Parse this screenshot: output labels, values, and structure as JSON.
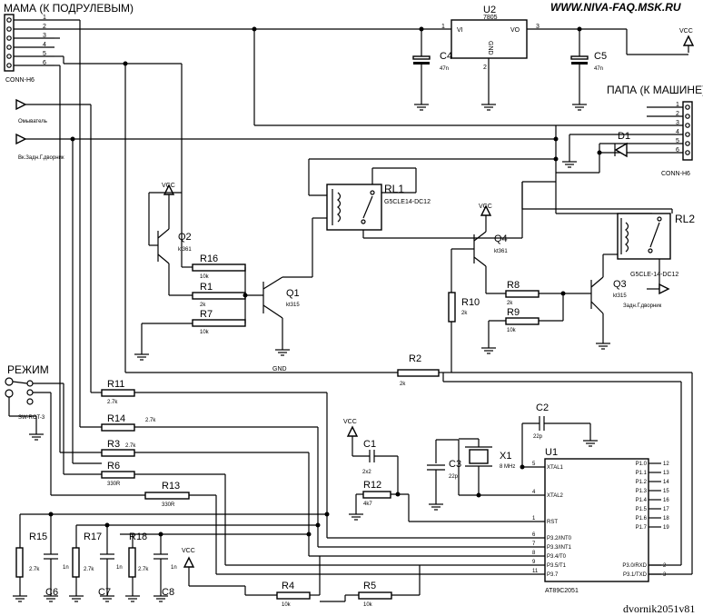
{
  "header": {
    "site": "WWW.NIVA-FAQ.MSK.RU"
  },
  "signature": "dvornik2051v81",
  "connectors": {
    "mama": {
      "title": "МАМА (К ПОДРУЛЕВЫМ)",
      "part": "CONN-H6",
      "pins": [
        "1",
        "2",
        "3",
        "4",
        "5",
        "6"
      ]
    },
    "papa": {
      "title": "ПАПА (К МАШИНЕ)",
      "part": "CONN-H6",
      "pins": [
        "1",
        "2",
        "3",
        "4",
        "5",
        "6"
      ]
    }
  },
  "inputs": {
    "washer": "Омыватель",
    "wiper": "Вк.Задн.Г.дворник",
    "rear_wiper_out": "Задн.Г.дворник"
  },
  "regulator": {
    "ref": "U2",
    "part": "7805",
    "vi": "VI",
    "vo": "VO",
    "gnd": "GND",
    "pin1": "1",
    "pin2": "2",
    "pin3": "3"
  },
  "vcc": "VCC",
  "gnd_label": "GND",
  "capacitors": {
    "c4": {
      "ref": "C4",
      "val": "47n"
    },
    "c5": {
      "ref": "C5",
      "val": "47n"
    },
    "c1": {
      "ref": "C1",
      "val": "2x2"
    },
    "c2": {
      "ref": "C2",
      "val": "22p"
    },
    "c3": {
      "ref": "C3",
      "val": "22p"
    },
    "c6": {
      "ref": "C6",
      "val": "1n"
    },
    "c7": {
      "ref": "C7",
      "val": "1n"
    },
    "c8": {
      "ref": "C8",
      "val": "1n"
    }
  },
  "diode": {
    "ref": "D1"
  },
  "relays": {
    "rl1": {
      "ref": "RL1",
      "part": "G5CLE14-DC12"
    },
    "rl2": {
      "ref": "RL2",
      "part": "G5CLE-14-DC12"
    }
  },
  "transistors": {
    "q1": {
      "ref": "Q1",
      "part": "kt315"
    },
    "q2": {
      "ref": "Q2",
      "part": "kt361"
    },
    "q3": {
      "ref": "Q3",
      "part": "kt315"
    },
    "q4": {
      "ref": "Q4",
      "part": "kt361"
    }
  },
  "resistors": {
    "r16": {
      "ref": "R16",
      "val": "10k"
    },
    "r1": {
      "ref": "R1",
      "val": "2k"
    },
    "r7": {
      "ref": "R7",
      "val": "10k"
    },
    "r8": {
      "ref": "R8",
      "val": "2k"
    },
    "r9": {
      "ref": "R9",
      "val": "10k"
    },
    "r10": {
      "ref": "R10",
      "val": "2k"
    },
    "r2": {
      "ref": "R2",
      "val": "2k"
    },
    "r11": {
      "ref": "R11",
      "val": "2.7k"
    },
    "r14": {
      "ref": "R14",
      "val": "2.7k"
    },
    "r3": {
      "ref": "R3",
      "val": "2.7k"
    },
    "r6": {
      "ref": "R6",
      "val": "330R"
    },
    "r13": {
      "ref": "R13",
      "val": "330R"
    },
    "r12": {
      "ref": "R12",
      "val": "4k7"
    },
    "r15": {
      "ref": "R15",
      "val": "2.7k"
    },
    "r17": {
      "ref": "R17",
      "val": "2.7k"
    },
    "r18": {
      "ref": "R18",
      "val": "2.7k"
    },
    "r4": {
      "ref": "R4",
      "val": "10k"
    },
    "r5": {
      "ref": "R5",
      "val": "10k"
    }
  },
  "switch": {
    "title": "РЕЖИМ",
    "part": "SW-ROT-3"
  },
  "crystal": {
    "ref": "X1",
    "val": "8 MHz"
  },
  "mcu": {
    "ref": "U1",
    "part": "AT89C2051",
    "left_pins": [
      {
        "num": "5",
        "name": "XTAL1"
      },
      {
        "num": "4",
        "name": "XTAL2"
      },
      {
        "num": "1",
        "name": "RST"
      },
      {
        "num": "6",
        "name": "P3.2/INT0"
      },
      {
        "num": "7",
        "name": "P3.3/INT1"
      },
      {
        "num": "8",
        "name": "P3.4/T0"
      },
      {
        "num": "9",
        "name": "P3.5/T1"
      },
      {
        "num": "11",
        "name": "P3.7"
      }
    ],
    "right_pins": [
      {
        "num": "12",
        "name": "P1.0"
      },
      {
        "num": "13",
        "name": "P1.1"
      },
      {
        "num": "14",
        "name": "P1.2"
      },
      {
        "num": "15",
        "name": "P1.3"
      },
      {
        "num": "16",
        "name": "P1.4"
      },
      {
        "num": "17",
        "name": "P1.5"
      },
      {
        "num": "18",
        "name": "P1.6"
      },
      {
        "num": "19",
        "name": "P1.7"
      },
      {
        "num": "2",
        "name": "P3.0/RXD"
      },
      {
        "num": "3",
        "name": "P3.1/TXD"
      }
    ]
  }
}
